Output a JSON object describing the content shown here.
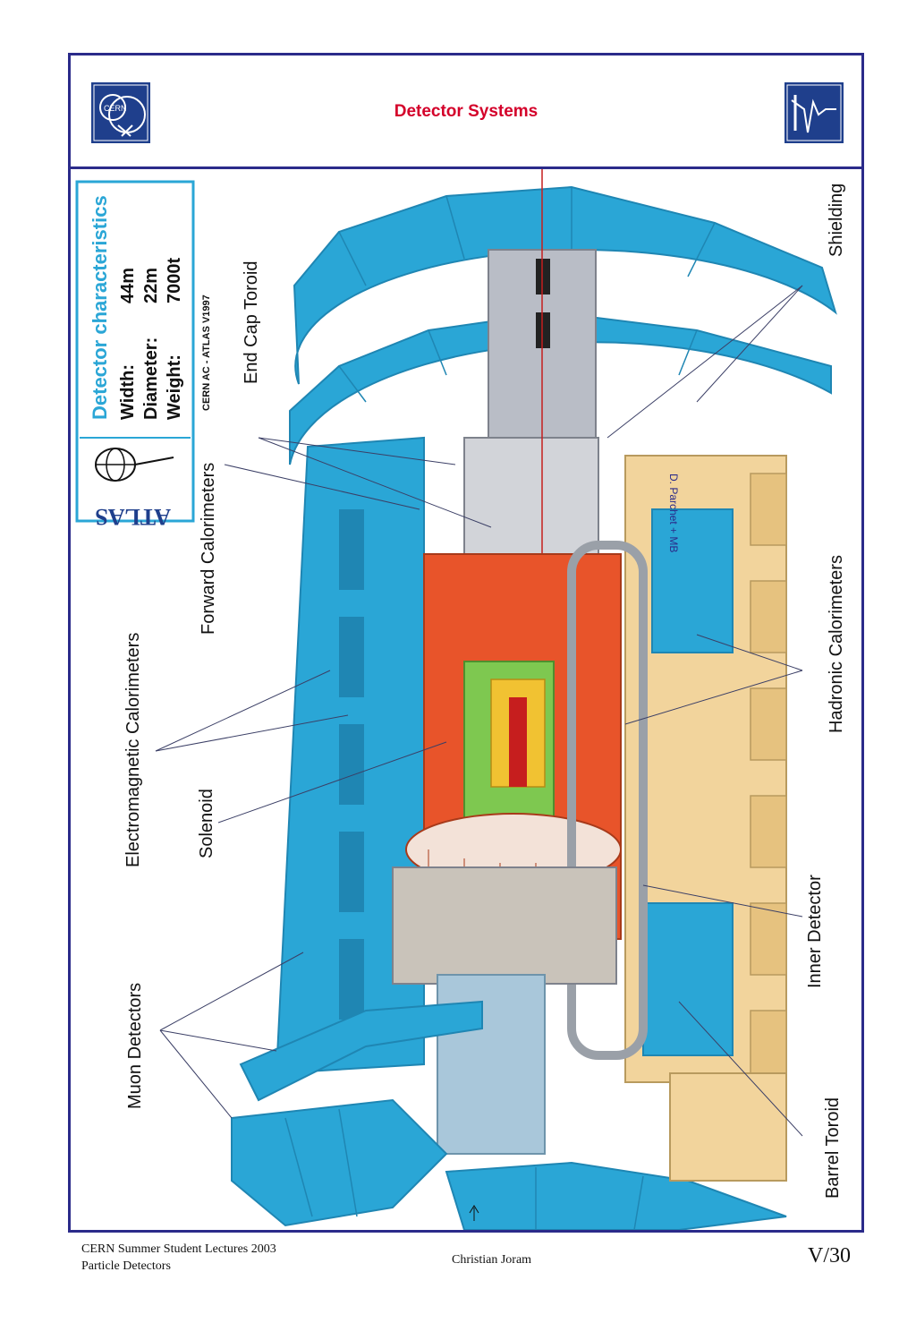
{
  "header": {
    "title": "Detector Systems",
    "cern_logo_text": "CERN",
    "left_logo_icon": "cern-logo-icon",
    "right_logo_icon": "signal-pulse-logo-icon"
  },
  "diagram": {
    "info_box": {
      "heading": "Detector characteristics",
      "rows": [
        {
          "label": "Width:",
          "value": "44m"
        },
        {
          "label": "Diameter:",
          "value": "22m"
        },
        {
          "label": "Weight:",
          "value": "7000t"
        }
      ],
      "credit": "CERN AC - ATLAS V1997",
      "logo_text": "ATLAS"
    },
    "labels": {
      "muon_detectors": "Muon Detectors",
      "em_calorimeters": "Electromagnetic Calorimeters",
      "solenoid": "Solenoid",
      "forward_calorimeters": "Forward Calorimeters",
      "end_cap_toroid": "End Cap Toroid",
      "shielding": "Shielding",
      "hadronic_calorimeters": "Hadronic Calorimeters",
      "inner_detector": "Inner Detector",
      "barrel_toroid": "Barrel Toroid"
    },
    "artist_credit": "D. Parchet + MB",
    "colors": {
      "muon_blue": "#2aa6d6",
      "muon_blue_dark": "#1f86b3",
      "toroid_tan": "#f2d49c",
      "hadronic_orange": "#e8542a",
      "em_green": "#7ec850",
      "inner_yellow": "#f1c232",
      "shielding_grey": "#b9bdc6",
      "beam_pipe": "#a9c7da"
    }
  },
  "footer": {
    "line1": "CERN Summer Student Lectures 2003",
    "line2": "Particle Detectors",
    "author": "Christian Joram",
    "page": "V/30"
  }
}
